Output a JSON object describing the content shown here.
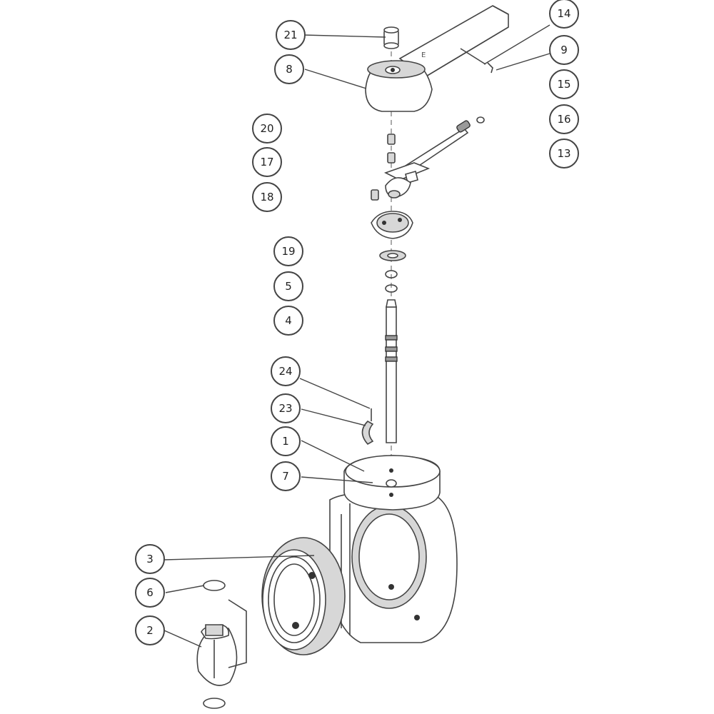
{
  "callouts": [
    {
      "id": "21",
      "label": "21"
    },
    {
      "id": "8",
      "label": "8"
    },
    {
      "id": "14",
      "label": "14"
    },
    {
      "id": "9",
      "label": "9"
    },
    {
      "id": "15",
      "label": "15"
    },
    {
      "id": "16",
      "label": "16"
    },
    {
      "id": "13",
      "label": "13"
    },
    {
      "id": "20",
      "label": "20"
    },
    {
      "id": "17",
      "label": "17"
    },
    {
      "id": "18",
      "label": "18"
    },
    {
      "id": "19",
      "label": "19"
    },
    {
      "id": "5",
      "label": "5"
    },
    {
      "id": "4",
      "label": "4"
    },
    {
      "id": "24",
      "label": "24"
    },
    {
      "id": "23",
      "label": "23"
    },
    {
      "id": "1",
      "label": "1"
    },
    {
      "id": "7",
      "label": "7"
    },
    {
      "id": "3",
      "label": "3"
    },
    {
      "id": "6",
      "label": "6"
    },
    {
      "id": "2",
      "label": "2"
    }
  ],
  "colors": {
    "line": "#444444",
    "shade": "#d7d7d7",
    "background": "#ffffff"
  }
}
